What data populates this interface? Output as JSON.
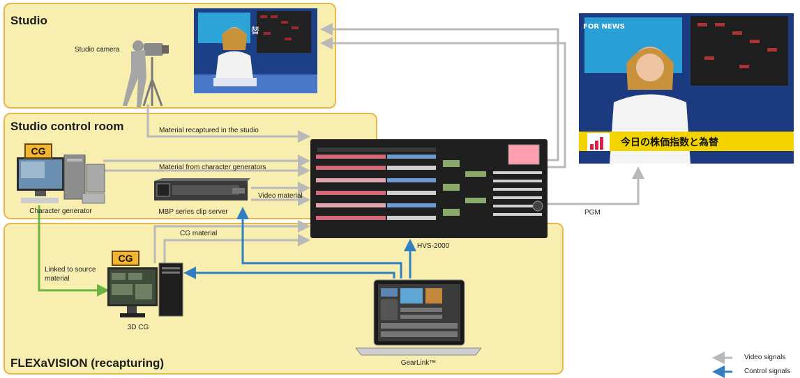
{
  "zones": {
    "studio": "Studio",
    "control_room": "Studio control room",
    "flexavision": "FLEXaVISION (recapturing)"
  },
  "devices": {
    "studio_camera": "Studio camera",
    "character_generator": "Character generator",
    "clip_server": "MBP series clip server",
    "switcher": "HVS-2000",
    "cg3d": "3D CG",
    "gearlink": "GearLink™",
    "cg_badge": "CG"
  },
  "signals": {
    "material_recaptured": "Material recaptured in the studio",
    "material_from_cg": "Material from character generators",
    "video_material": "Video material",
    "cg_material": "CG material",
    "linked_to_source": "Linked to source\nmaterial",
    "pgm": "PGM"
  },
  "tv": {
    "logo": "FOR NEWS",
    "ticker": "今日の株価指数と為替",
    "screen_char": "替"
  },
  "legend": {
    "video": "Video signals",
    "control": "Control signals"
  },
  "colors": {
    "video": "#b9b9b9",
    "control": "#2f7fc1",
    "link": "#6cb33f",
    "zone_fill": "#f7eeb0",
    "zone_border": "#e7b84a"
  }
}
